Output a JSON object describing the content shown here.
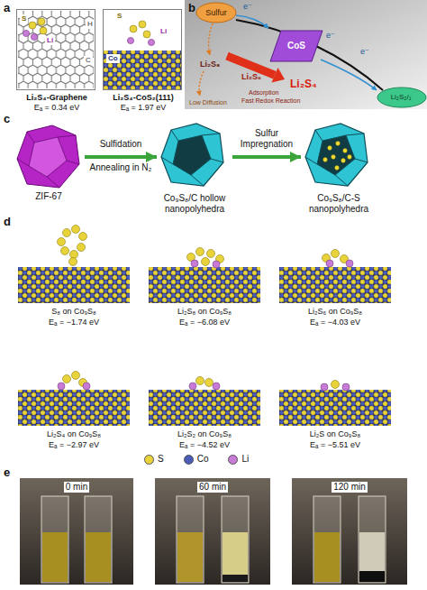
{
  "diagram": {
    "nodes": [
      {
        "text": [
          "Li₂S₄-Graphene",
          "Eₐ = 0.34 eV"
        ]
      },
      {
        "text": [
          "Li₂S₄-CoS₂(111)",
          "Eₐ = 1.97 eV"
        ]
      },
      {
        "text": [
          "Sulfur"
        ]
      },
      {
        "text": [
          "CoS"
        ]
      },
      {
        "text": [
          "Li₂S₂/₁"
        ]
      },
      {
        "text": [
          "ZIF-67"
        ]
      },
      {
        "text": [
          "Co₉S₈/C hollow nanopolyhedra"
        ]
      },
      {
        "text": [
          "Co₉S₈/C-S nanopolyhedra"
        ]
      }
    ],
    "edges": [
      {
        "from": 5,
        "to": 6,
        "arrow": "to",
        "label": "Sulfidation"
      },
      {
        "from": 6,
        "to": 7,
        "arrow": "to",
        "label": "Sulfur Impregnation"
      }
    ],
    "labels": [
      "a",
      "b",
      "c",
      "d",
      "e",
      "S",
      "Li",
      "H",
      "C",
      "S",
      "Co",
      "Li",
      "Li₂S₈",
      "Li₂S₆",
      "Li₂S₄",
      "e⁻",
      "e⁻",
      "e⁻",
      "Adsorption",
      "Fast Redox Reaction",
      "Low Diffusion",
      "Annealing in N₂",
      "S₈ on Co₉S₈",
      "Eₐ = −1.74 eV",
      "Li₂S₈ on Co₉S₈",
      "Eₐ = −6.08 eV",
      "Li₂S₆ on Co₉S₈",
      "Eₐ = −4.03 eV",
      "Li₂S₄ on Co₉S₈",
      "Eₐ = −2.97 eV",
      "Li₂S₂ on Co₉S₈",
      "Eₐ = −4.52 eV",
      "Li₂S on Co₉S₈",
      "Eₐ = −5.51 eV",
      "0 min",
      "60 min",
      "120 min"
    ],
    "legend": [
      {
        "text": "S",
        "color": "#e8d33a"
      },
      {
        "text": "Co",
        "color": "#4a5cb8"
      },
      {
        "text": "Li",
        "color": "#c77ad6"
      }
    ]
  }
}
